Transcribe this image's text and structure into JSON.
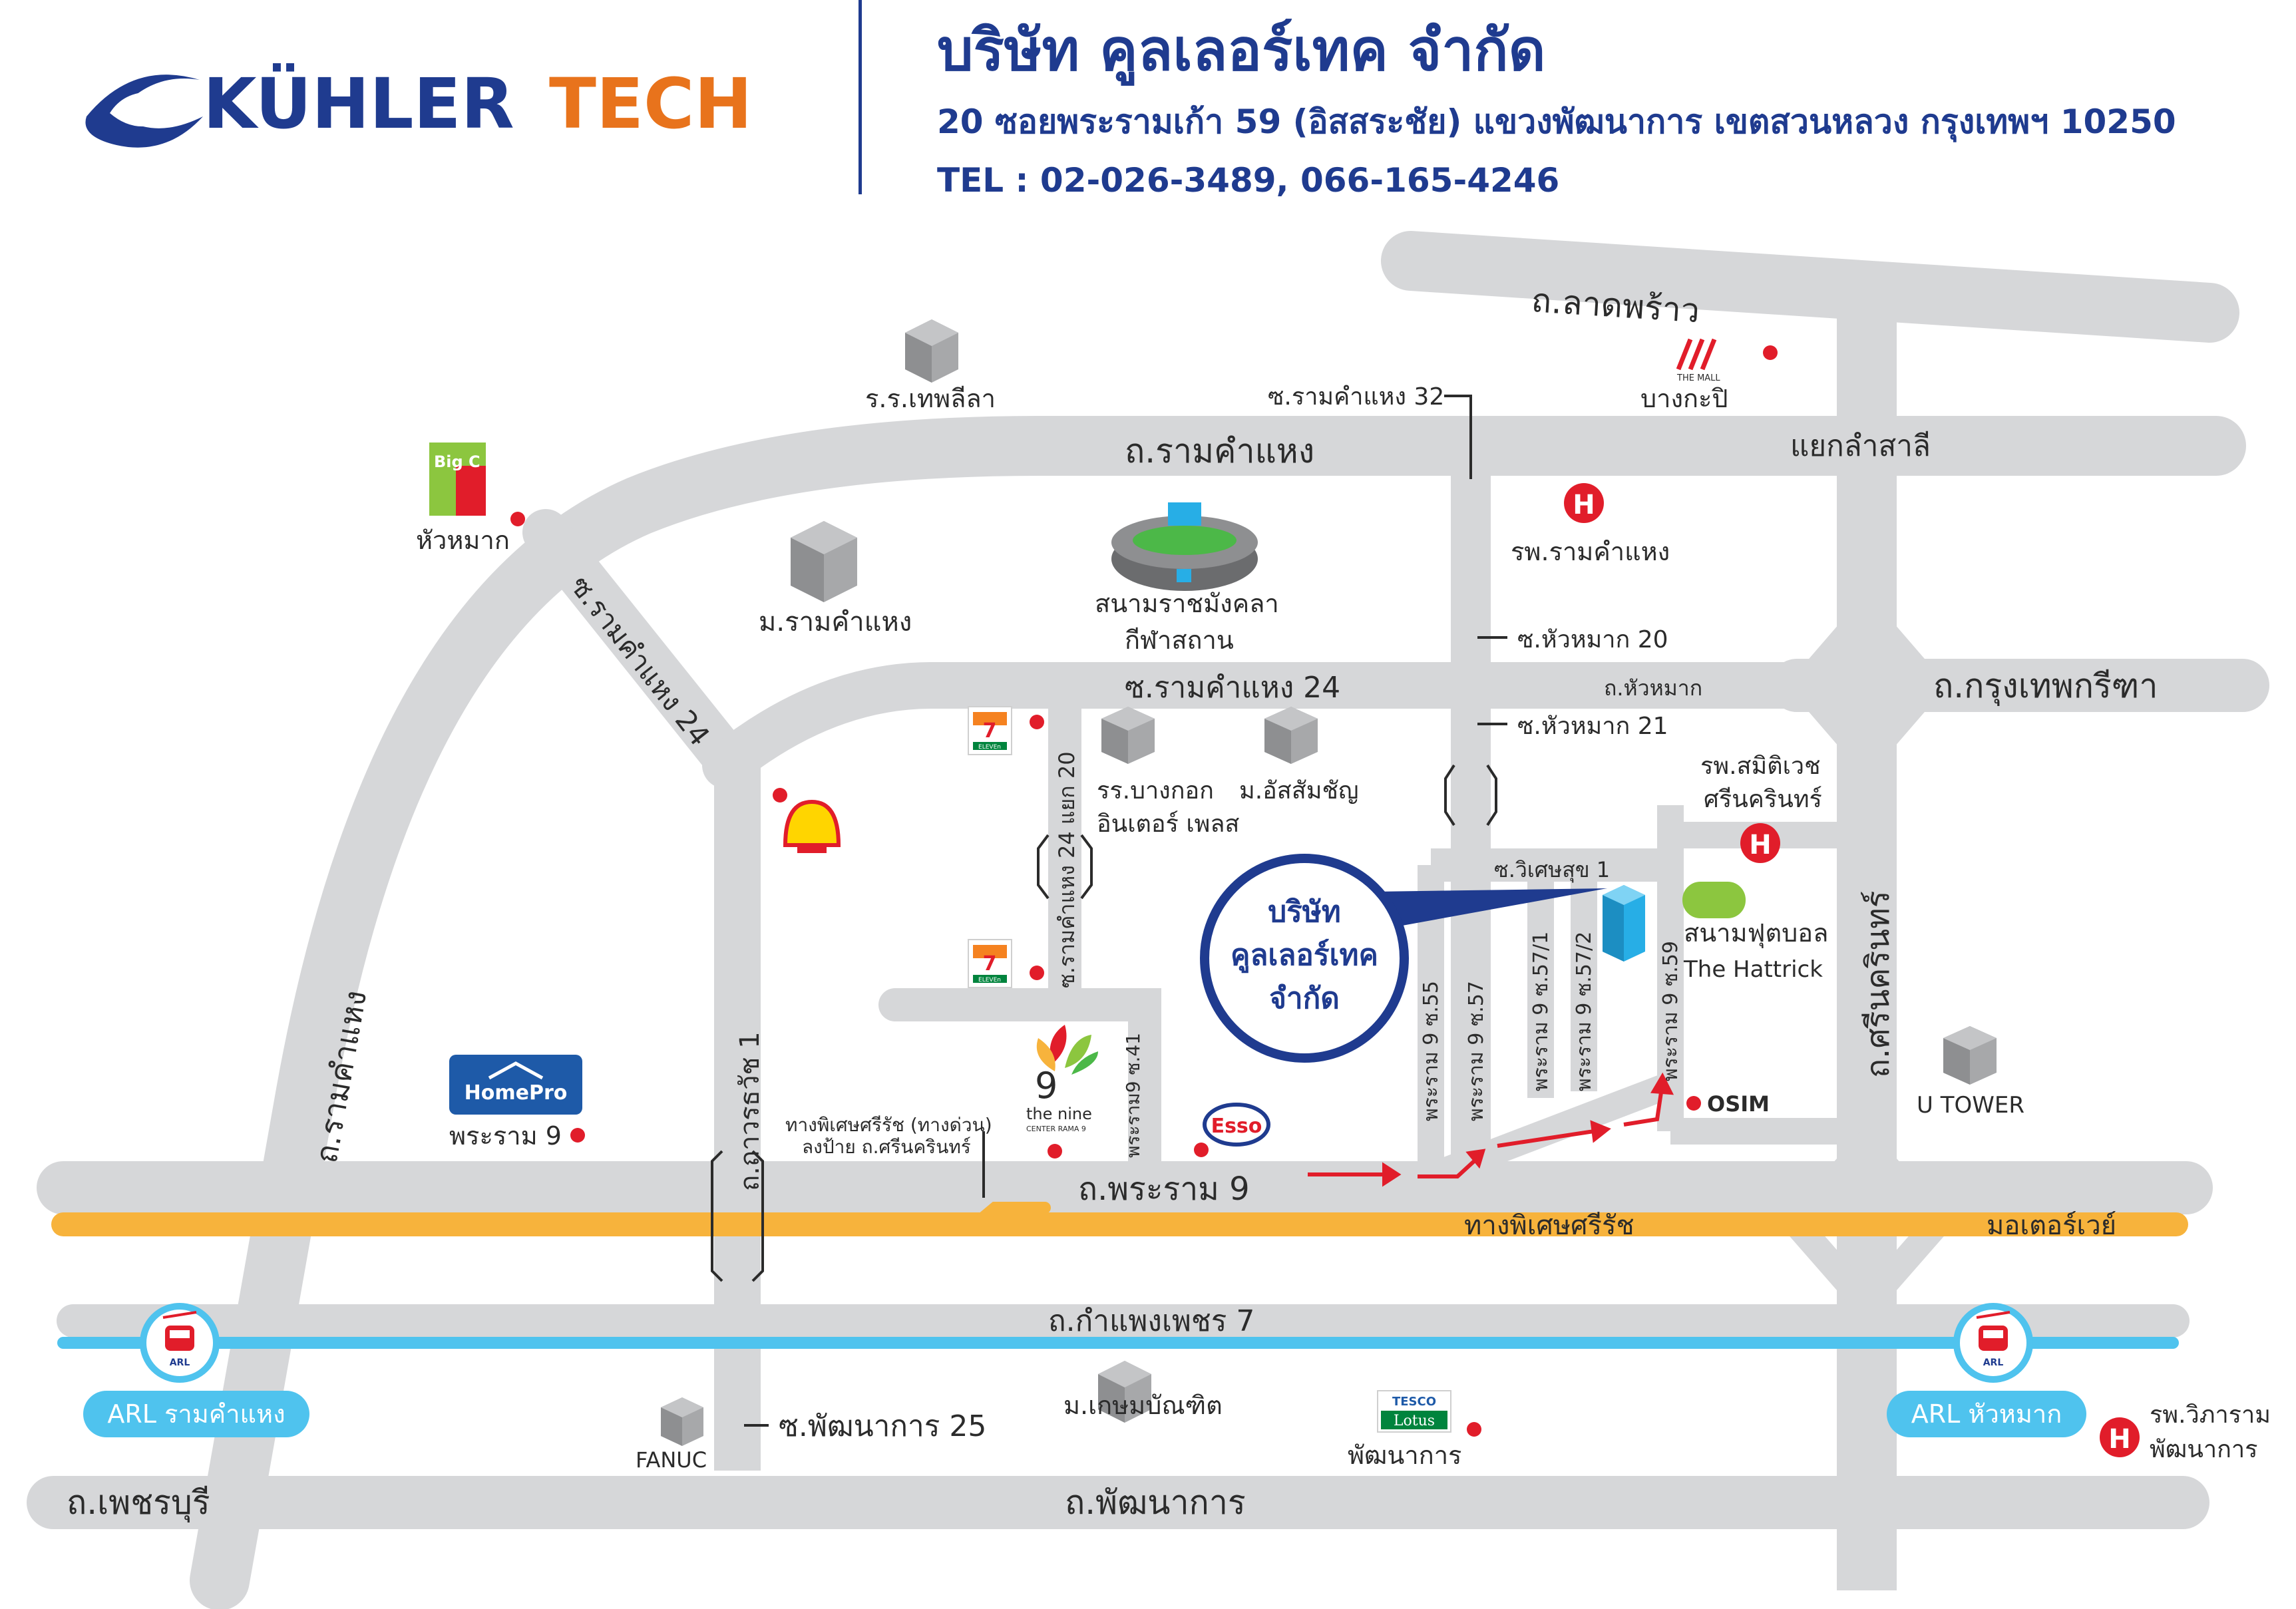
{
  "header": {
    "logo_part1": "KÜHLER",
    "logo_part2": "TECH",
    "company_name": "บริษัท คูลเลอร์เทค จำกัด",
    "address": "20 ซอยพระรามเก้า 59 (อิสสระชัย) แขวงพัฒนาการ เขตสวนหลวง กรุงเทพฯ 10250",
    "tel": "TEL : 02-026-3489, 066-165-4246"
  },
  "roads": {
    "latphrao": "ถ.ลาดพร้าว",
    "ramkhamhaeng": "ถ.รามคำแหง",
    "ramkhamhaeng_v": "ถ.รามคำแหง",
    "soi_ramkhamhaeng24_diag": "ซ.รามคำแหง 24",
    "soi_ramkhamhaeng24": "ซ.รามคำแหง 24",
    "soi_ramkhamhaeng24_yaek20": "ซ.รามคำแหง 24 แยก 20",
    "soi_ramkhamhaeng32": "ซ.รามคำแหง 32",
    "soi_huamak20": "ซ.หัวหมาก 20",
    "soi_huamak21": "ซ.หัวหมาก 21",
    "huamak_road": "ถ.หัวหมาก",
    "krungthep_kreetha": "ถ.กรุงเทพกรีฑา",
    "srinakarin": "ถ.ศรีนครินทร์",
    "soi_wisetsuk1": "ซ.วิเศษสุข 1",
    "rama9_55": "พระราม 9 ซ.55",
    "rama9_57": "พระราม 9 ซ.57",
    "rama9_57_1": "พระราม 9 ซ.57/1",
    "rama9_57_2": "พระราม 9 ซ.57/2",
    "rama9_59": "พระราม 9 ซ.59",
    "rama9_41": "พระราม9 ซ.41",
    "thawornwat1": "ถ.ถาวรธวัช 1",
    "rama9_road": "ถ.พระราม 9",
    "si_rat_expressway": "ทางพิเศษศรีรัช",
    "motorway": "มอเตอร์เวย์",
    "kamphaengphet7": "ถ.กำแพงเพชร 7",
    "soi_phatthanakan25": "ซ.พัฒนาการ 25",
    "phetchaburi": "ถ.เพชรบุรี",
    "phatthanakan": "ถ.พัฒนาการ",
    "yaek_lamsali": "แยกลำสาลี",
    "expressway_exit_1": "ทางพิเศษศรีรัช (ทางด่วน)",
    "expressway_exit_2": "ลงป้าย ถ.ศรีนครินทร์"
  },
  "places": {
    "thephlila_school": "ร.ร.เทพลีลา",
    "the_mall": "บางกะปิ",
    "the_mall_logo": "THE MALL",
    "bigc_logo": "Big C",
    "bigc": "หัวหมาก",
    "ram_hospital": "รพ.รามคำแหง",
    "ramkhamhaeng_univ": "ม.รามคำแหง",
    "stadium_1": "สนามราชมังคลา",
    "stadium_2": "กีฬาสถาน",
    "bangkok_inter_1": "รร.บางกอก",
    "bangkok_inter_2": "อินเตอร์ เพลส",
    "assumption_univ": "ม.อัสสัมชัญ",
    "samitivej_1": "รพ.สมิติเวช",
    "samitivej_2": "ศรีนครินทร์",
    "football_1": "สนามฟุตบอล",
    "football_2": "The Hattrick",
    "utower": "U TOWER",
    "osim": "OSIM",
    "homepro_logo": "HomePro",
    "homepro": "พระราม 9",
    "the_nine_1": "the nine",
    "the_nine_2": "CENTER RAMA 9",
    "esso": "Esso",
    "seven_eleven": "ELEVEn",
    "kasem_bundit": "ม.เกษมบัณฑิต",
    "lotus_logo_1": "TESCO",
    "lotus_logo_2": "Lotus",
    "lotus": "พัฒนาการ",
    "fanuc": "FANUC",
    "arl_ram": "ARL รามคำแหง",
    "arl_huamak": "ARL หัวหมาก",
    "arl_badge": "ARL",
    "vibharam_1": "รพ.วิภาราม",
    "vibharam_2": "พัฒนาการ",
    "hospital_symbol": "H",
    "company_1": "บริษัท",
    "company_2": "คูลเลอร์เทค",
    "company_3": "จำกัด"
  },
  "colors": {
    "brand_blue": "#1f3b8f",
    "brand_orange": "#e8731c",
    "road_gray": "#d6d7d9",
    "expressway_orange": "#f7b33c",
    "arl_blue": "#4fc3ee",
    "marker_red": "#e11d2a"
  }
}
